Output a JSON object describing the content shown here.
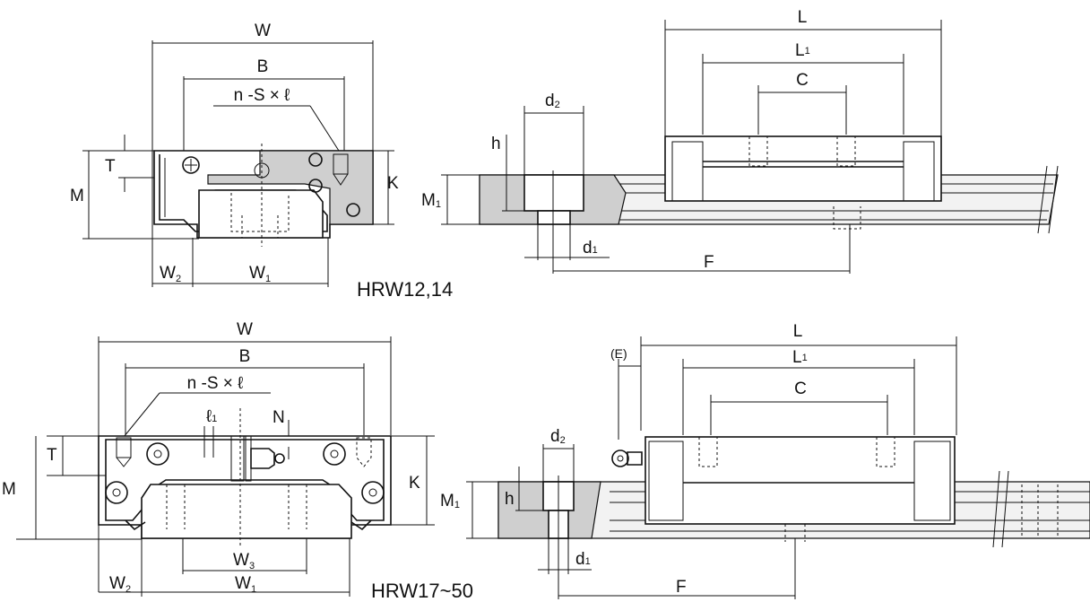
{
  "labels": {
    "W": "W",
    "B": "B",
    "nSl": "n -S × ℓ",
    "T": "T",
    "M": "M",
    "K": "K",
    "W2": "W",
    "W2_sub": "2",
    "W1": "W",
    "W1_sub": "1",
    "W3": "W",
    "W3_sub": "3",
    "L": "L",
    "L1": "L",
    "L1_sub": "1",
    "C": "C",
    "d2": "d",
    "d2_sub": "2",
    "d1": "d",
    "d1_sub": "1",
    "h": "h",
    "M1": "M",
    "M1_sub": "1",
    "F": "F",
    "E": "(E)",
    "N": "N",
    "l1": "ℓ",
    "l1_sub": "1"
  },
  "models": {
    "top": "HRW12,14",
    "bottom": "HRW17~50"
  }
}
